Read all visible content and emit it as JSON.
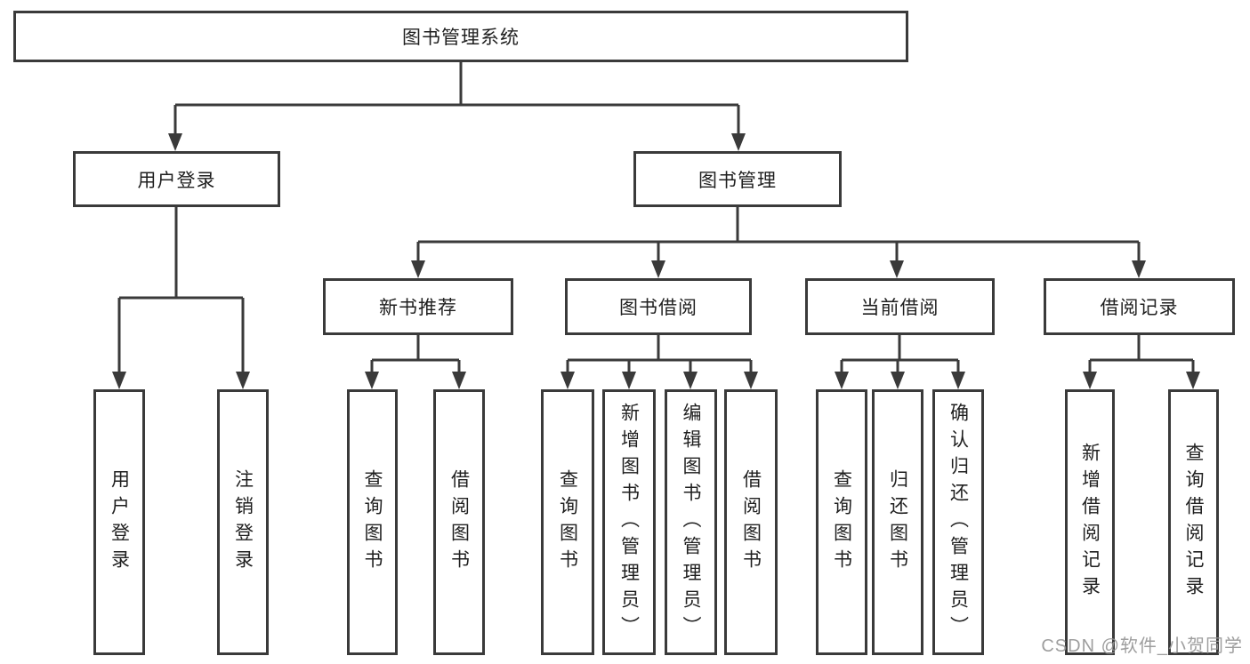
{
  "diagram": {
    "title": "图书管理系统",
    "watermark": "CSDN @软件_小贺同学",
    "nodes": {
      "root": {
        "label": "图书管理系统"
      },
      "group_login": {
        "label": "用户登录"
      },
      "group_book": {
        "label": "图书管理"
      },
      "new_book_rec": {
        "label": "新书推荐"
      },
      "book_borrow": {
        "label": "图书借阅"
      },
      "current_borrow": {
        "label": "当前借阅"
      },
      "borrow_record": {
        "label": "借阅记录"
      },
      "leaf_user_login": {
        "label": "用户登录"
      },
      "leaf_logout": {
        "label": "注销登录"
      },
      "leaf_nb_query": {
        "label": "查询图书"
      },
      "leaf_nb_borrow": {
        "label": "借阅图书"
      },
      "leaf_bb_query": {
        "label": "查询图书"
      },
      "leaf_bb_add": {
        "label": "新增图书（管理员）"
      },
      "leaf_bb_edit": {
        "label": "编辑图书（管理员）"
      },
      "leaf_bb_borrow": {
        "label": "借阅图书"
      },
      "leaf_cb_query": {
        "label": "查询图书"
      },
      "leaf_cb_return": {
        "label": "归还图书"
      },
      "leaf_cb_confirm": {
        "label": "确认归还（管理员）"
      },
      "leaf_br_add": {
        "label": "新增借阅记录"
      },
      "leaf_br_query": {
        "label": "查询借阅记录"
      }
    },
    "tree": {
      "图书管理系统": {
        "用户登录": [
          "用户登录",
          "注销登录"
        ],
        "图书管理": {
          "新书推荐": [
            "查询图书",
            "借阅图书"
          ],
          "图书借阅": [
            "查询图书",
            "新增图书（管理员）",
            "编辑图书（管理员）",
            "借阅图书"
          ],
          "当前借阅": [
            "查询图书",
            "归还图书",
            "确认归还（管理员）"
          ],
          "借阅记录": [
            "新增借阅记录",
            "查询借阅记录"
          ]
        }
      }
    }
  }
}
